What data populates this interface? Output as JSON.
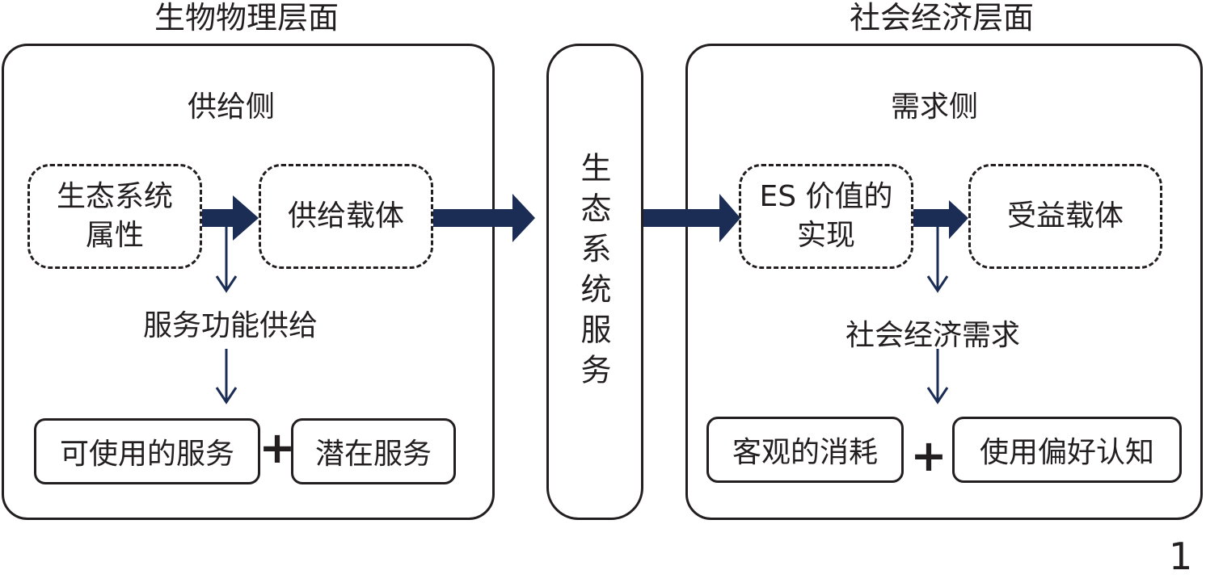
{
  "left_panel": {
    "title": "生物物理层面",
    "side_label": "供给侧",
    "node_attributes": "生态系统属性",
    "node_attributes_lines": [
      "生态系统",
      "属性"
    ],
    "node_carrier": "供给载体",
    "function_supply": "服务功能供给",
    "usable_services": "可使用的服务",
    "potential_services": "潜在服务",
    "plus": "+"
  },
  "center": {
    "label": "生态系统服务"
  },
  "right_panel": {
    "title": "社会经济层面",
    "side_label": "需求侧",
    "node_value_lines": [
      "ES 价值的",
      "实现"
    ],
    "node_beneficiary": "受益载体",
    "socio_demand": "社会经济需求",
    "objective_consumption": "客观的消耗",
    "preference_cognition": "使用偏好认知",
    "plus": "+"
  },
  "figure_number": "1",
  "colors": {
    "arrow": "#1b2d55",
    "line": "#231f20",
    "background": "#ffffff"
  }
}
